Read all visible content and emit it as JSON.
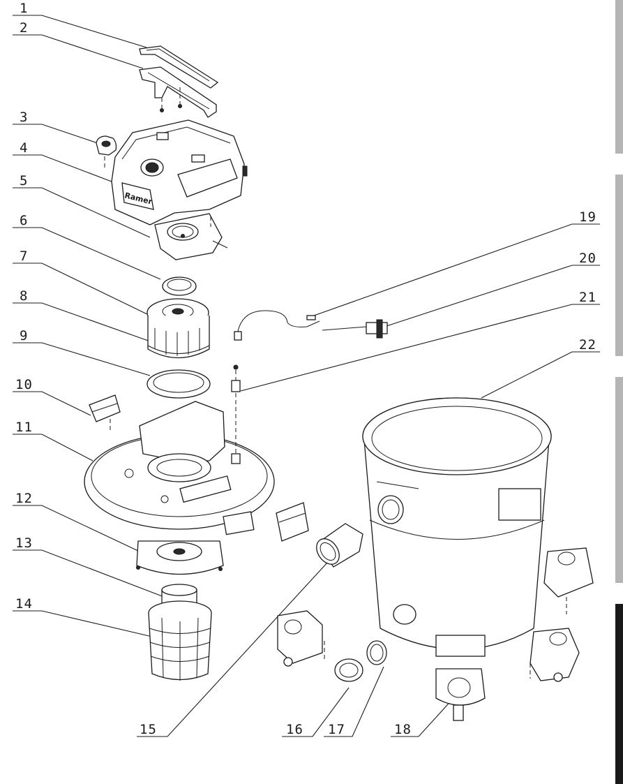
{
  "callouts": [
    {
      "id": "1",
      "label": "1"
    },
    {
      "id": "2",
      "label": "2"
    },
    {
      "id": "3",
      "label": "3"
    },
    {
      "id": "4",
      "label": "4"
    },
    {
      "id": "5",
      "label": "5"
    },
    {
      "id": "6",
      "label": "6"
    },
    {
      "id": "7",
      "label": "7"
    },
    {
      "id": "8",
      "label": "8"
    },
    {
      "id": "9",
      "label": "9"
    },
    {
      "id": "10",
      "label": "10"
    },
    {
      "id": "11",
      "label": "11"
    },
    {
      "id": "12",
      "label": "12"
    },
    {
      "id": "13",
      "label": "13"
    },
    {
      "id": "14",
      "label": "14"
    },
    {
      "id": "15",
      "label": "15"
    },
    {
      "id": "16",
      "label": "16"
    },
    {
      "id": "17",
      "label": "17"
    },
    {
      "id": "18",
      "label": "18"
    },
    {
      "id": "19",
      "label": "19"
    },
    {
      "id": "20",
      "label": "20"
    },
    {
      "id": "21",
      "label": "21"
    },
    {
      "id": "22",
      "label": "22"
    }
  ],
  "brand_text": "Ramer",
  "colors": {
    "line": "#1a1a1a",
    "tab_dark": "#1a1a1a",
    "tab_grey": "#b5b5b5"
  }
}
